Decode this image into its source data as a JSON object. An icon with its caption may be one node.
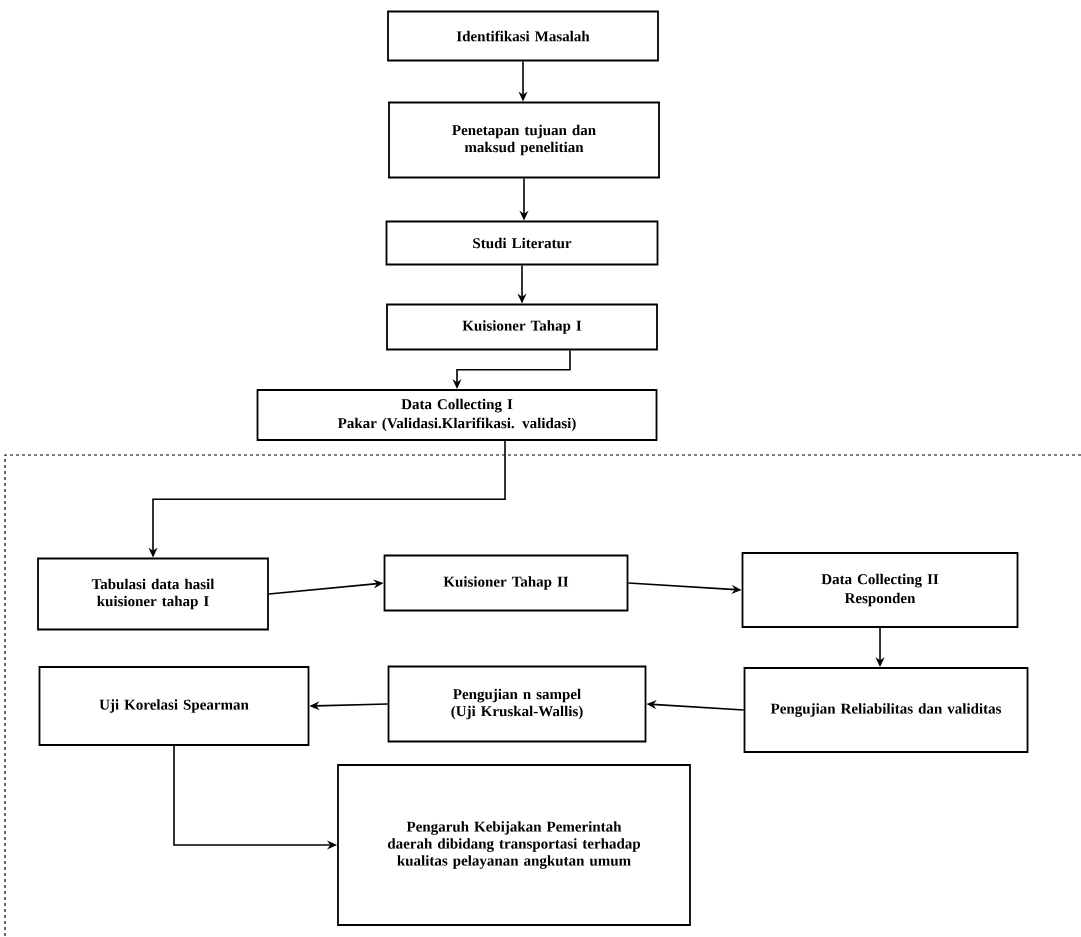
{
  "diagram": {
    "nodes": [
      {
        "text": [
          "Identifikasi Masalah"
        ]
      },
      {
        "text": [
          "Penetapan tujuan dan maksud penelitian"
        ]
      },
      {
        "text": [
          "Studi Literatur"
        ]
      },
      {
        "text": [
          "Kuisioner Tahap I"
        ]
      },
      {
        "text": [
          "Data Collecting I",
          "Pakar (Validasi.Klarifikasi. validasi)"
        ]
      },
      {
        "text": [
          "Tabulasi data hasil kuisioner tahap I"
        ]
      },
      {
        "text": [
          "Kuisioner Tahap II"
        ]
      },
      {
        "text": [
          "Data Collecting II",
          "Responden"
        ]
      },
      {
        "text": [
          "Uji Korelasi Spearman"
        ]
      },
      {
        "text": [
          "Pengujian n sampel (Uji Kruskal-Wallis)"
        ]
      },
      {
        "text": [
          "Pengujian Reliabilitas dan validitas"
        ]
      },
      {
        "text": [
          "Pengaruh Kebijakan Pemerintah daerah dibidang transportasi terhadap kualitas pelayanan angkutan umum"
        ]
      }
    ],
    "edges": [
      {
        "from": 0,
        "to": 1,
        "arrow": "to"
      },
      {
        "from": 1,
        "to": 2,
        "arrow": "to"
      },
      {
        "from": 2,
        "to": 3,
        "arrow": "to"
      },
      {
        "from": 3,
        "to": 4,
        "arrow": "to"
      },
      {
        "from": 4,
        "to": 5,
        "arrow": "to"
      },
      {
        "from": 5,
        "to": 6,
        "arrow": "to"
      },
      {
        "from": 6,
        "to": 7,
        "arrow": "to"
      },
      {
        "from": 7,
        "to": 10,
        "arrow": "to"
      },
      {
        "from": 10,
        "to": 9,
        "arrow": "to"
      },
      {
        "from": 9,
        "to": 8,
        "arrow": "to"
      },
      {
        "from": 8,
        "to": 11,
        "arrow": "to"
      }
    ]
  }
}
